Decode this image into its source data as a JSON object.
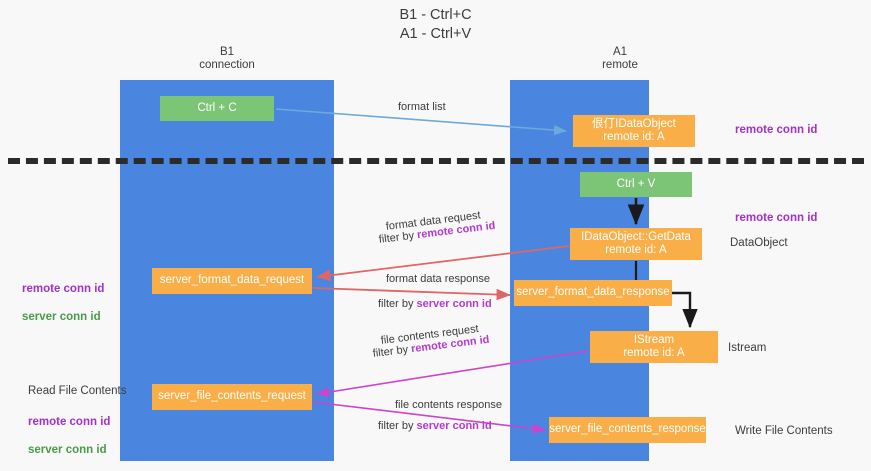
{
  "title": "B1 - Ctrl+C\nA1 - Ctrl+V",
  "lanes": {
    "left": {
      "header": "B1\nconnection",
      "color": "#4a86e0"
    },
    "right": {
      "header": "A1\nremote",
      "color": "#4a86e0"
    }
  },
  "nodes": {
    "ctrl_c": {
      "label": "Ctrl + C",
      "color": "#7cc576"
    },
    "idataobject": {
      "label": "佷仃IDataObject\nremote id: A",
      "color": "#f9ae48"
    },
    "ctrl_v": {
      "label": "Ctrl + V",
      "color": "#7cc576"
    },
    "getdata": {
      "label": "IDataObject::GetData\nremote id: A",
      "color": "#f9ae48"
    },
    "server_format_data_request": {
      "label": "server_format_data_request",
      "color": "#f9ae48"
    },
    "server_format_data_response": {
      "label": "server_format_data_response",
      "color": "#f9ae48"
    },
    "istream": {
      "label": "IStream\nremote id: A",
      "color": "#f9ae48"
    },
    "server_file_contents_request": {
      "label": "server_file_contents_request",
      "color": "#f9ae48"
    },
    "server_file_contents_response": {
      "label": "server_file_contents_response",
      "color": "#f9ae48"
    }
  },
  "edge_labels": {
    "format_list": "format list",
    "format_data_request": "format data request",
    "format_data_request_filter_prefix": "filter by ",
    "format_data_request_filter_key": "remote conn id",
    "format_data_response": "format data response",
    "format_data_response_filter_prefix": "filter by ",
    "format_data_response_filter_key": "server conn id",
    "file_contents_request": "file contents request",
    "file_contents_request_filter_prefix": "filter by ",
    "file_contents_request_filter_key": "remote conn id",
    "file_contents_response": "file contents response",
    "file_contents_response_filter_prefix": "filter by ",
    "file_contents_response_filter_key": "server conn id"
  },
  "annotations": {
    "right_remote_conn_id_top": "remote conn id",
    "right_remote_conn_id_mid": "remote conn id",
    "right_dataobject": "DataObject",
    "right_istream": "Istream",
    "right_write_file_contents": "Write File Contents",
    "left_remote_conn_id": "remote conn id",
    "left_server_conn_id": "server conn id",
    "left_read_file_contents": "Read File Contents",
    "left_remote_conn_id_2": "remote conn id",
    "left_server_conn_id_2": "server conn id"
  },
  "colors": {
    "lane_blue": "#4a86e0",
    "node_orange": "#f9ae48",
    "node_green": "#7cc576",
    "accent_purple": "#a032c8",
    "accent_green": "#4a9a4a",
    "arrow_blue": "#6fa8dc",
    "arrow_red": "#e06666",
    "arrow_magenta": "#cc44cc",
    "arrow_black": "#1a1a1a",
    "divider": "#2b2b2b",
    "background": "#f8f8f8"
  }
}
